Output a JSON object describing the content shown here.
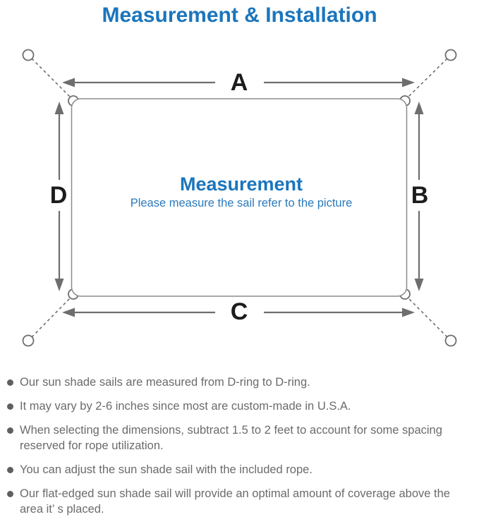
{
  "page": {
    "title": "Measurement & Installation"
  },
  "diagram": {
    "labels": {
      "top": "A",
      "right": "B",
      "bottom": "C",
      "left": "D"
    },
    "center_title": "Measurement",
    "center_subtitle": "Please measure the sail refer to the picture"
  },
  "notes": {
    "items": [
      "Our sun shade sails are measured from D-ring to D-ring.",
      "It may vary by 2-6 inches since most are custom-made in U.S.A.",
      "When selecting the dimensions, subtract 1.5 to 2 feet to account for some spacing reserved for rope utilization.",
      "You can adjust the sun shade sail with the included rope.",
      "Our flat-edged sun shade sail will provide an optimal amount of coverage above the area it’ s placed."
    ]
  },
  "colors": {
    "accent_blue": "#1b75bc",
    "subtitle_blue": "#2b7abc",
    "text_gray": "#6b6b6b",
    "line_gray": "#6e6e6e",
    "border_gray": "#8c8c8c"
  }
}
